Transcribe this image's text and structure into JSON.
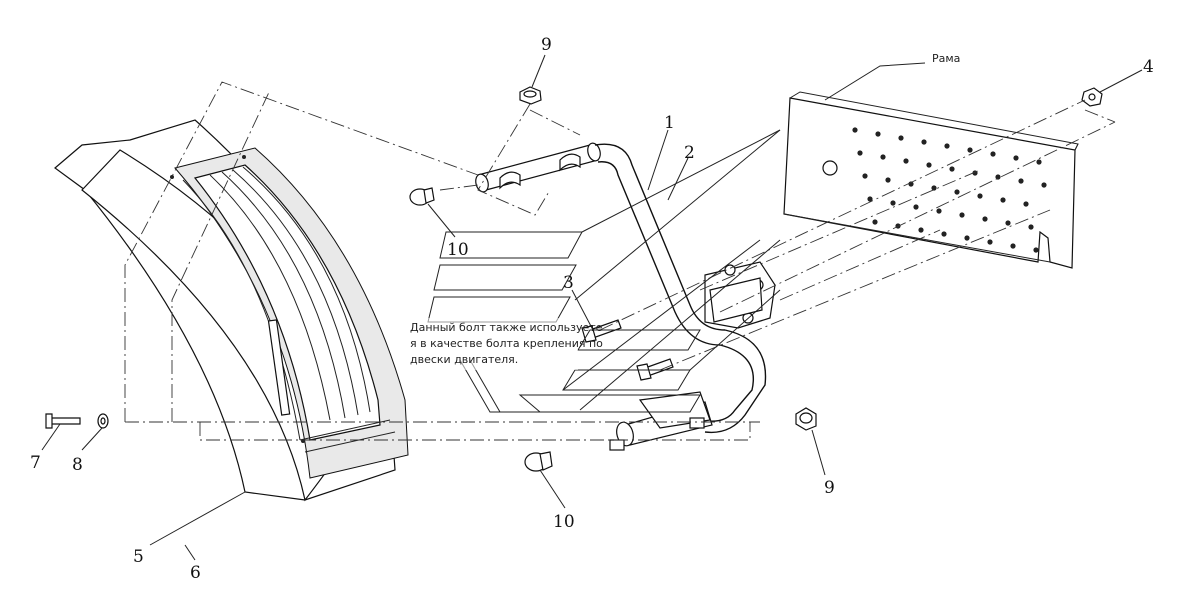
{
  "labels": {
    "part_1": "1",
    "part_2": "2",
    "part_3": "3",
    "part_4": "4",
    "part_5": "5",
    "part_6": "6",
    "part_7": "7",
    "part_8": "8",
    "part_9_top": "9",
    "part_9_bottom": "9",
    "part_10_top": "10",
    "part_10_bottom": "10",
    "frame": "Рама"
  },
  "note": {
    "line1": "Данный болт также используете",
    "line2": "я в качестве болта крепления по",
    "line3": "двески двигателя."
  },
  "colors": {
    "line": "#111111",
    "background": "#ffffff",
    "shade": "#e9e9e9"
  }
}
